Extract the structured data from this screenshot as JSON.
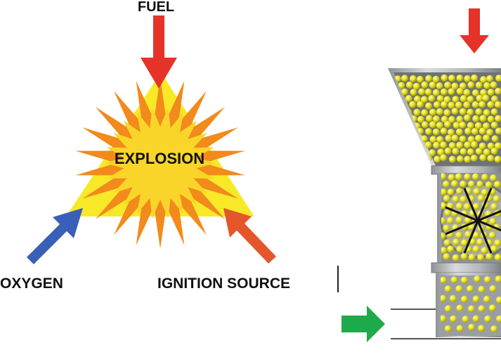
{
  "labels": {
    "fuel": "FUEL",
    "center": "EXPLOSION",
    "oxygen": "OXYGEN",
    "ignition": "IGNITION SOURCE"
  },
  "colors": {
    "triangle": "#F7E928",
    "starburst_outer": "#F28A1C",
    "starburst_inner": "#F9D52A",
    "fuel_arrow": "#E5332A",
    "oxygen_arrow": "#3A5FB8",
    "ignition_arrow": "#E4572A",
    "air_arrow": "#1DAA4A",
    "hopper_metal": "#B5B8BC",
    "pellet": "#E5DE1E",
    "rotor_spokes": "#111111"
  },
  "icons": {
    "fuel_arrow": "arrow-down-icon",
    "oxygen_arrow": "arrow-up-right-icon",
    "ignition_arrow": "arrow-up-left-icon",
    "feed_arrow": "arrow-down-icon",
    "air_arrow": "arrow-right-icon"
  }
}
